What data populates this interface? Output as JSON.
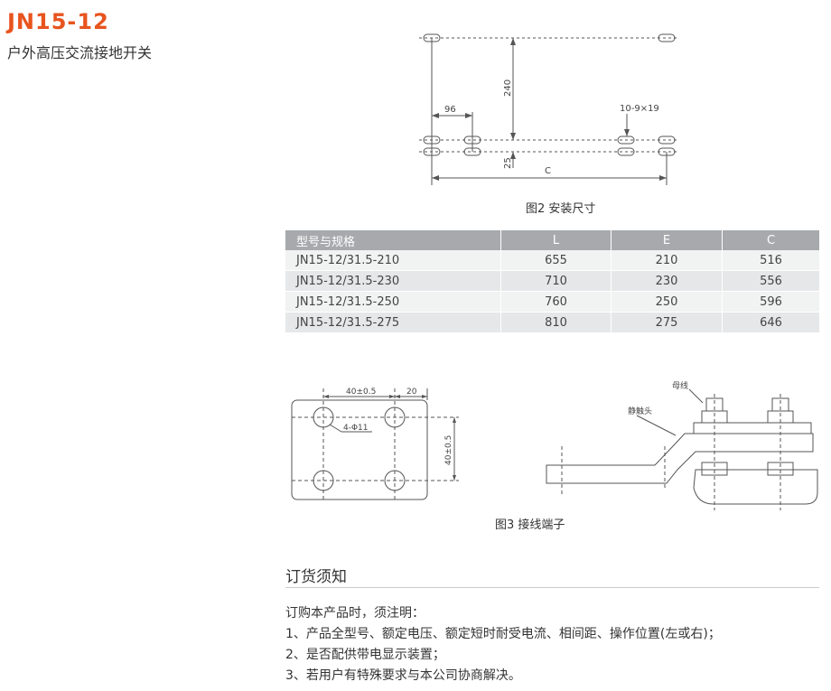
{
  "header": {
    "model": "JN15-12",
    "product_name": "户外高压交流接地开关"
  },
  "figure2": {
    "caption": "图2 安装尺寸",
    "dim_240": "240",
    "dim_96": "96",
    "dim_hole": "10-9×19",
    "dim_25": "25",
    "dim_c": "C"
  },
  "spec_table": {
    "headers": [
      "型号与规格",
      "L",
      "E",
      "C"
    ],
    "rows": [
      [
        "JN15-12/31.5-210",
        "655",
        "210",
        "516"
      ],
      [
        "JN15-12/31.5-230",
        "710",
        "230",
        "556"
      ],
      [
        "JN15-12/31.5-250",
        "760",
        "250",
        "596"
      ],
      [
        "JN15-12/31.5-275",
        "810",
        "275",
        "646"
      ]
    ]
  },
  "figure3": {
    "caption": "图3 接线端子",
    "dim_40_top": "40±0.5",
    "dim_20": "20",
    "dim_holes": "4-Φ11",
    "dim_40_side": "40±0.5",
    "label_busbar": "母线",
    "label_contact": "静触头"
  },
  "order_notes": {
    "title": "订货须知",
    "intro": "订购本产品时，须注明：",
    "items": [
      "1、产品全型号、额定电压、额定短时耐受电流、相间距、操作位置(左或右)；",
      "2、是否配供带电显示装置；",
      "3、若用户有特殊要求与本公司协商解决。"
    ]
  }
}
